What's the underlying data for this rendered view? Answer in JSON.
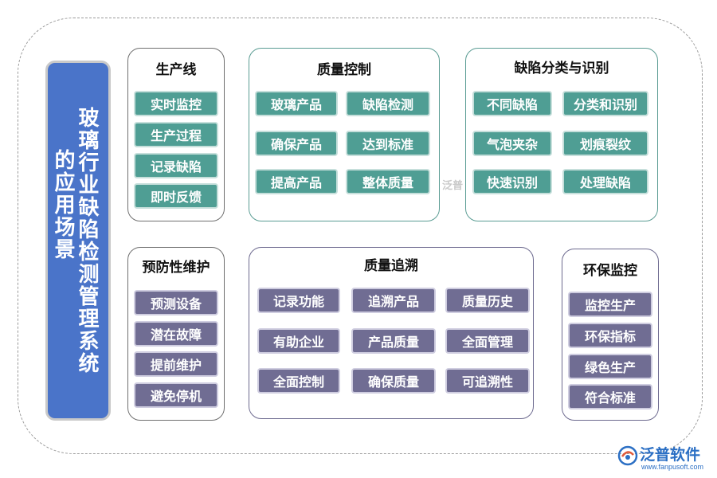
{
  "title": {
    "line1": "玻璃行业缺陷检测管理系统",
    "line2": "的应用场景"
  },
  "groups": [
    {
      "title": "生产线",
      "items": [
        "实时监控",
        "生产过程",
        "记录缺陷",
        "即时反馈"
      ]
    },
    {
      "title": "质量控制",
      "items": [
        "玻璃产品",
        "缺陷检测",
        "确保产品",
        "达到标准",
        "提高产品",
        "整体质量"
      ]
    },
    {
      "title": "缺陷分类与识别",
      "items": [
        "不同缺陷",
        "分类和识别",
        "气泡夹杂",
        "划痕裂纹",
        "快速识别",
        "处理缺陷"
      ]
    },
    {
      "title": "预防性维护",
      "items": [
        "预测设备",
        "潜在故障",
        "提前维护",
        "避免停机"
      ]
    },
    {
      "title": "质量追溯",
      "items": [
        "记录功能",
        "追溯产品",
        "质量历史",
        "有助企业",
        "产品质量",
        "全面管理",
        "全面控制",
        "确保质量",
        "可追溯性"
      ]
    },
    {
      "title": "环保监控",
      "items": [
        "监控生产",
        "环保指标",
        "绿色生产",
        "符合标准"
      ]
    }
  ],
  "watermark": "泛普",
  "logo": {
    "name": "泛普软件",
    "url": "www.fanpusoft.com"
  },
  "colors": {
    "title_bg": "#4a74c9",
    "teal": "#4f9e94",
    "purple": "#706d93",
    "logo": "#2b6fc4"
  }
}
